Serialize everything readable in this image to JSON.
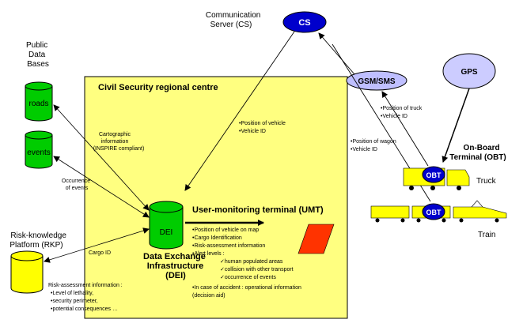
{
  "public_db_title": [
    "Public",
    "Data",
    "Bases"
  ],
  "db_roads": "roads",
  "db_events": "events",
  "centre_title": "Civil Security regional centre",
  "cartographic_info": [
    "Cartographic",
    "information",
    "(INSPIRE compliant)"
  ],
  "occurrence_of_events": [
    "Occurrence",
    "of events"
  ],
  "position_vehicle": [
    "•Position of vehicle",
    "•Vehicle ID"
  ],
  "cs_title": [
    "Communication",
    "Server (CS)"
  ],
  "cs_label": "CS",
  "gsm_label": "GSM/SMS",
  "gps_label": "GPS",
  "position_truck": [
    "•Position of truck",
    "•Vehicle ID"
  ],
  "position_wagon": [
    "•Position of wagon",
    "•Vehicle ID"
  ],
  "obt_title": [
    "On-Board",
    "Terminal (OBT)"
  ],
  "obt_label": "OBT",
  "truck_label": "Truck",
  "train_label": "Train",
  "umt_title": "User-monitoring terminal (UMT)",
  "dei_label": "DEI",
  "dei_title": [
    "Data Exchange",
    "Infrastructure",
    "(DEI)"
  ],
  "rkp_title": [
    "Risk-knowledge",
    "Platform (RKP)"
  ],
  "cargo_id": "Cargo ID",
  "umt_items": [
    "•Position of vehicle on map",
    "•Cargo Identification",
    "•Risk-assessment information",
    "•Alert levels :",
    "✓human populated areas",
    "✓collision with other transport",
    "✓occurrence of events",
    "•In case of accident : operational information",
    "(decision aid)"
  ],
  "risk_info": [
    "Risk-assessment information :",
    "•Level of lethality,",
    "•security perimeter,",
    "•potential consequences …"
  ],
  "colors": {
    "centre_fill": "#ffff80",
    "db_green": "#00cc00",
    "cs_blue": "#0000cc",
    "gsm_lavender": "#bfbfff",
    "rkp_yellow": "#ffff00",
    "umt_red": "#ff3300"
  }
}
